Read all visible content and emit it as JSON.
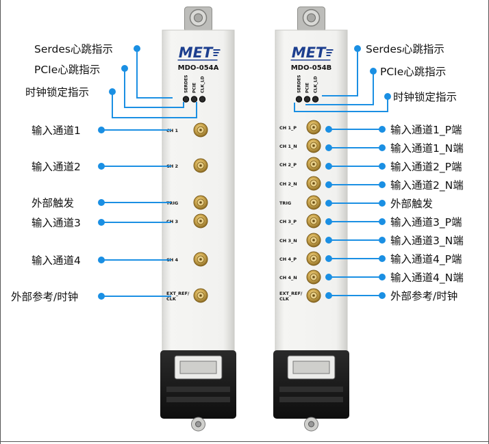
{
  "colors": {
    "callout": "#1a8fe3",
    "panel": "#f3f3f1",
    "panel_edge": "#c8c8c4",
    "handle": "#1c1c1c",
    "connector": "#c9a24a",
    "logo": "#1d3f8f"
  },
  "module_a": {
    "logo_text": "MET",
    "model": "MDO-054A",
    "led_labels": [
      "SERDES",
      "PCIE",
      "CLK_LD"
    ],
    "ports": [
      "CH 1",
      "CH 2",
      "TRIG",
      "CH 3",
      "CH 4",
      "EXT_REF/\nCLK"
    ],
    "callouts": [
      "Serdes心跳指示",
      "PCIe心跳指示",
      "时钟锁定指示",
      "输入通道1",
      "输入通道2",
      "外部触发",
      "输入通道3",
      "输入通道4",
      "外部参考/时钟"
    ]
  },
  "module_b": {
    "logo_text": "MET",
    "model": "MDO-054B",
    "led_labels": [
      "SERDES",
      "PCIE",
      "CLK_LD"
    ],
    "ports": [
      "CH 1_P",
      "CH 1_N",
      "CH 2_P",
      "CH 2_N",
      "TRIG",
      "CH 3_P",
      "CH 3_N",
      "CH 4_P",
      "CH 4_N",
      "EXT_REF/\nCLK"
    ],
    "callouts": [
      "Serdes心跳指示",
      "PCIe心跳指示",
      "时钟锁定指示",
      "输入通道1_P端",
      "输入通道1_N端",
      "输入通道2_P端",
      "输入通道2_N端",
      "外部触发",
      "输入通道3_P端",
      "输入通道3_N端",
      "输入通道4_P端",
      "输入通道4_N端",
      "外部参考/时钟"
    ]
  }
}
